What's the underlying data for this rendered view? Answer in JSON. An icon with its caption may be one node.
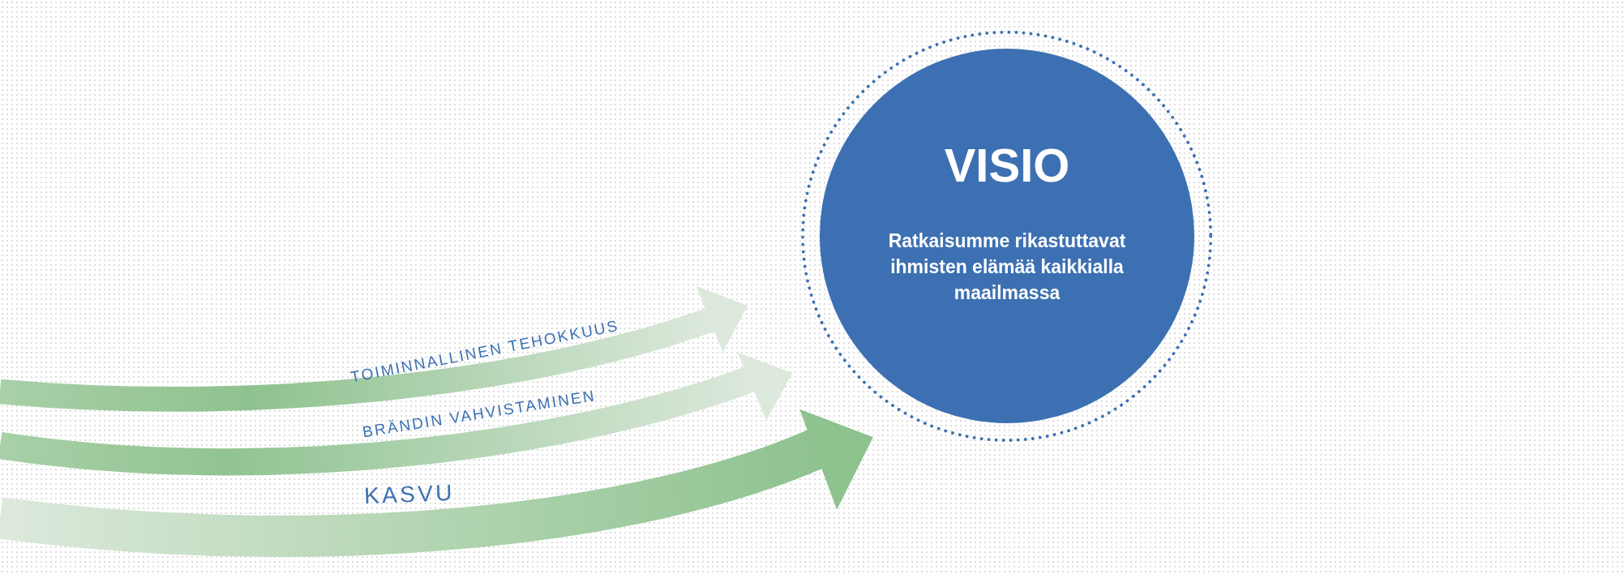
{
  "diagram": {
    "nodes": [
      {
        "text": [
          "VISIO",
          "Ratkaisumme rikastuttavat ihmisten elämää kaikkialla maailmassa"
        ]
      }
    ],
    "labels": [
      "TOIMINNALLINEN TEHOKKUUS",
      "BRÄNDIN VAHVISTAMINEN",
      "KASVU"
    ]
  }
}
